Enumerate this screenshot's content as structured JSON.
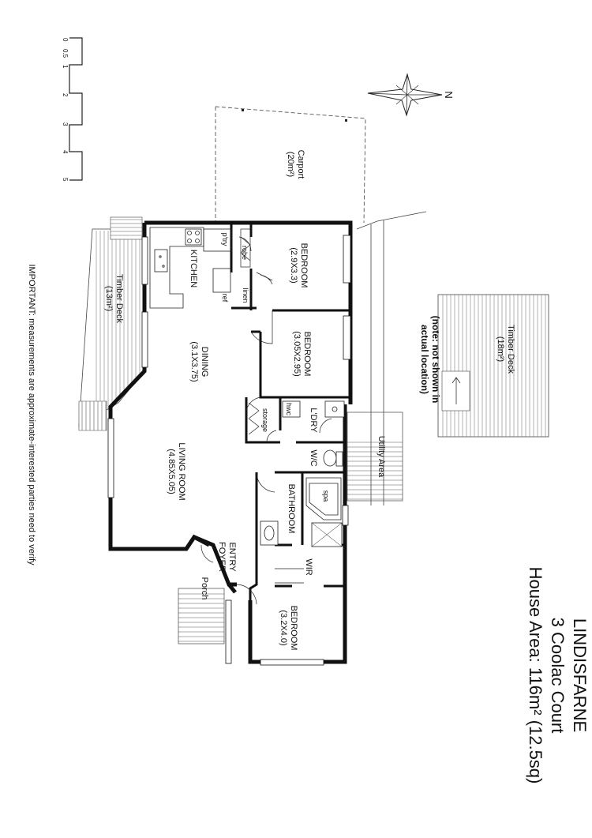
{
  "title": {
    "name": "LINDISFARNE",
    "address": "3 Coolac Court",
    "area": "House Area: 116m² (12.5sq)"
  },
  "note": "IMPORTANT: measurements are approximate-interested parties need to verify",
  "deck_note": [
    "(note: not shown in",
    "actual location)"
  ],
  "compass": {
    "label": "N"
  },
  "scale": {
    "ticks": [
      "0",
      "0.5",
      "1",
      "2",
      "3",
      "4",
      "5"
    ]
  },
  "rooms": {
    "bedroom1": {
      "name": "BEDROOM",
      "dims": "(2.9X3.3)"
    },
    "bedroom2": {
      "name": "BEDROOM",
      "dims": "(3.05X2.95)"
    },
    "bedroom3": {
      "name": "BEDROOM",
      "dims": "(3.2X4.0)"
    },
    "dining": {
      "name": "DINING",
      "dims": "(3.1X3.75)"
    },
    "living": {
      "name": "LIVING ROOM",
      "dims": "(4.85X5.05)"
    },
    "kitchen": "KITCHEN",
    "pantry": "p'try",
    "robe": "robe",
    "linen": "linen",
    "ref": "ref",
    "storage": "storage",
    "hwc": "hwc",
    "laundry": "L'DRY",
    "wc": "W/C",
    "bathroom": "BATHROOM",
    "spa": "spa",
    "wir": "WIR",
    "entry": "ENTRY",
    "foyer": "FOYER",
    "porch": "Porch",
    "utility": "Utility Area",
    "carport": {
      "name": "Carport",
      "area": "(20m²)"
    },
    "deck_west": {
      "name": "Timber Deck",
      "area": "(13m²)"
    },
    "deck_east": {
      "name": "Timber Deck",
      "area": "(18m²)"
    }
  }
}
